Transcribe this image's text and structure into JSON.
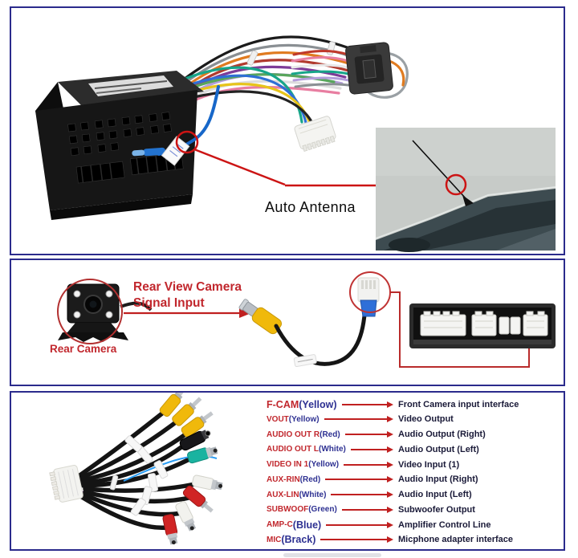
{
  "panel1": {
    "antenna_label": "Auto Antenna"
  },
  "panel2": {
    "title_line1": "Rear View Camera",
    "title_line2": "Signal Input",
    "camera_label": "Rear Camera"
  },
  "panel3": {
    "rows": [
      {
        "name": "F-CAM",
        "note": "(Yellow)",
        "desc": "Front Camera input interface"
      },
      {
        "name": "VOUT",
        "note": " (Yellow)",
        "desc": "Video Output"
      },
      {
        "name": "AUDIO OUT R",
        "note": " (Red)",
        "desc": "Audio Output (Right)"
      },
      {
        "name": "AUDIO OUT L",
        "note": " (White)",
        "desc": "Audio Output (Left)"
      },
      {
        "name": "VIDEO IN 1",
        "note": " (Yellow)",
        "desc": "Video Input (1)"
      },
      {
        "name": "AUX-RIN",
        "note": " (Red)",
        "desc": "Audio Input (Right)"
      },
      {
        "name": "AUX-LIN",
        "note": " (White)",
        "desc": "Audio Input (Left)"
      },
      {
        "name": "SUBWOOF",
        "note": " (Green)",
        "desc": "Subwoofer Output"
      },
      {
        "name": "AMP-C",
        "note": " (Blue)",
        "desc": "Amplifier Control Line"
      },
      {
        "name": "MIC",
        "note": " (Brack)",
        "desc": "Micphone adapter interface"
      }
    ]
  },
  "colors": {
    "red": "#c1272d",
    "noteblue": "#2e3192",
    "descnavy": "#1a1a38",
    "border": "#2b2b8c",
    "arrowred": "#c02020"
  },
  "illustrations": {
    "panel1": [
      "quadlock-harness-connector",
      "wire-bundle",
      "iso-connector",
      "white-20pin-connector",
      "antenna-wire-highlight",
      "car-roof-antenna-photo"
    ],
    "panel2": [
      "rear-camera",
      "yellow-rca-connector",
      "camera-signal-cable",
      "white-4pin-connector",
      "head-unit-rear-sockets"
    ],
    "panel3": [
      "rca-breakout-cable"
    ]
  }
}
